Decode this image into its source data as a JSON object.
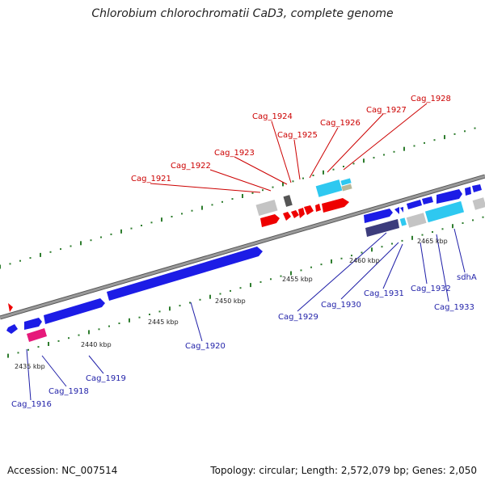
{
  "title": "Chlorobium chlorochromatii CaD3, complete genome",
  "footer": {
    "accession": "Accession: NC_007514",
    "summary": "Topology: circular; Length: 2,572,079 bp; Genes: 2,050"
  },
  "colors": {
    "backbone": "#8a8a8a",
    "tick": "#2e7d2e",
    "red_label": "#cc0000",
    "blue_label": "#1f1fa8",
    "gene_blue": "#1c1ce6",
    "gene_red": "#ee0000",
    "gene_grey": "#c4c4c4",
    "gene_dark": "#555555",
    "gene_cyan": "#2ec8f0",
    "gene_navy": "#3c3c7c",
    "gene_magenta": "#e6197a"
  },
  "kbp_labels": [
    "2435 kbp",
    "2440 kbp",
    "2445 kbp",
    "2450 kbp",
    "2455 kbp",
    "2460 kbp",
    "2465 kbp"
  ],
  "upper_labels": [
    "Cag_1921",
    "Cag_1922",
    "Cag_1923",
    "Cag_1924",
    "Cag_1925",
    "Cag_1926",
    "Cag_1927",
    "Cag_1928"
  ],
  "lower_labels": [
    "Cag_1916",
    "Cag_1918",
    "Cag_1919",
    "Cag_1920",
    "Cag_1929",
    "Cag_1930",
    "Cag_1931",
    "Cag_1932",
    "Cag_1933",
    "sdhA"
  ]
}
